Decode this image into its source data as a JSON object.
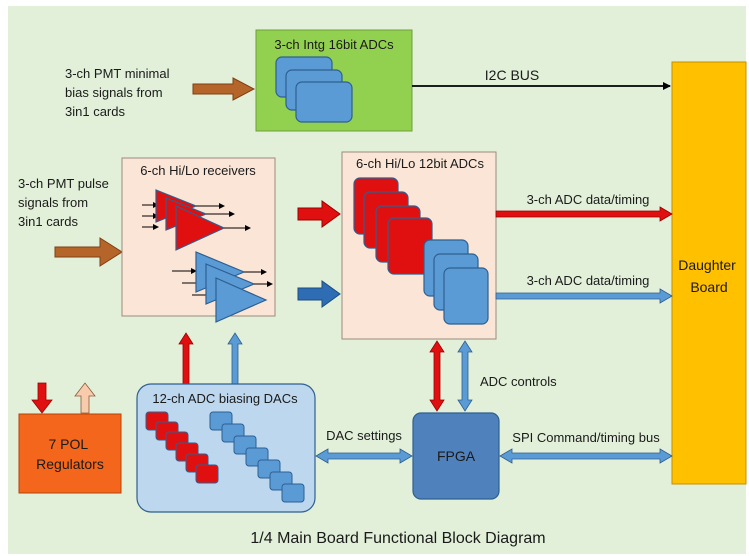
{
  "inputs": {
    "minimal_bias": [
      "3-ch PMT minimal",
      "bias signals from",
      "3in1 cards"
    ],
    "pulse": [
      "3-ch PMT pulse",
      "signals from",
      "3in1 cards"
    ]
  },
  "blocks": {
    "intg_adc_title": "3-ch Intg 16bit ADCs",
    "receivers_title": "6-ch Hi/Lo receivers",
    "adc12_title": "6-ch Hi/Lo 12bit ADCs",
    "dac_title": "12-ch ADC biasing DACs",
    "pol_label": [
      "7 POL",
      "Regulators"
    ],
    "fpga_label": "FPGA",
    "daughter_label": [
      "Daughter",
      "Board"
    ]
  },
  "signals": {
    "i2c": "I2C BUS",
    "adc_data_1": "3-ch ADC data/timing",
    "adc_data_2": "3-ch ADC data/timing",
    "adc_controls": "ADC controls",
    "dac_settings": "DAC settings",
    "spi": "SPI Command/timing bus"
  },
  "caption": "1/4 Main Board Functional Block Diagram",
  "colors": {
    "background": "#e2f0d9",
    "pink_block": "#fbe5d6",
    "green_block": "#92d050",
    "light_blue_block": "#bdd7ee",
    "orange_block": "#f4661b",
    "daughter_board": "#ffc000",
    "fpga": "#4f81bd",
    "red": "#e01010",
    "blue": "#5b9bd5",
    "brown_arrow": "#b5652a",
    "salmon_arrow": "#f8cbad"
  }
}
